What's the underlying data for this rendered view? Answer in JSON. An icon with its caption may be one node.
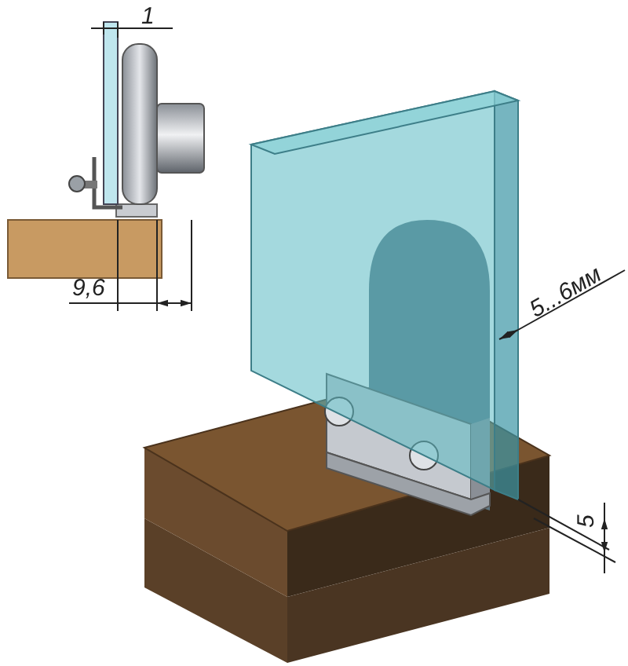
{
  "diagram": {
    "labels": [
      "1",
      "9,6",
      "5...6мм",
      "5"
    ]
  }
}
